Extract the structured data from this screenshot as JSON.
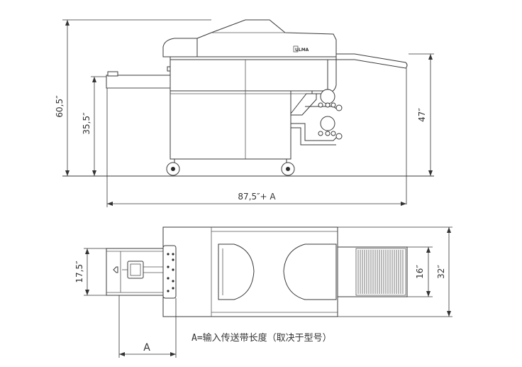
{
  "side_view": {
    "height_total": "60,5″",
    "height_infeed": "35,5″",
    "height_discharge": "47″",
    "length_total": "87,5″+ A",
    "brand_logo": "ULMA"
  },
  "top_view": {
    "width_infeed": "17,5″",
    "width_discharge": "16″",
    "width_total": "32″",
    "infeed_length_label": "A"
  },
  "caption": "A=输入传送带长度（取决于型号）"
}
